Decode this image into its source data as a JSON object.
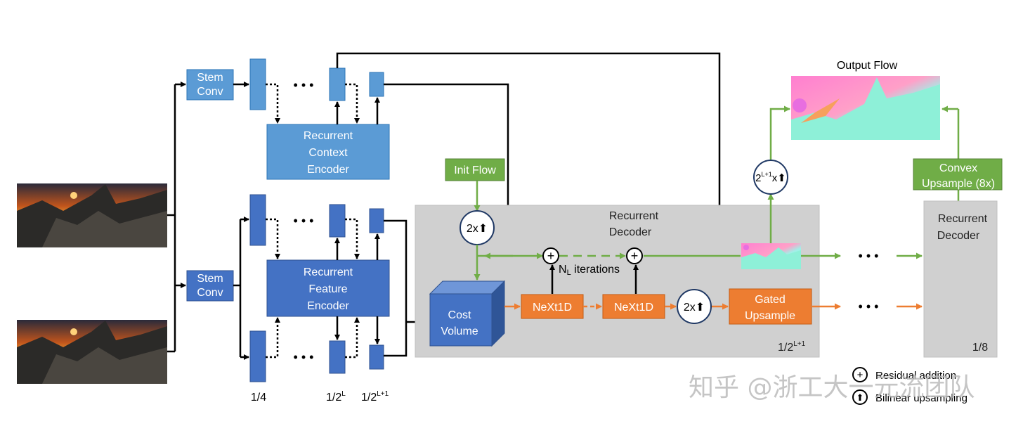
{
  "stem": {
    "top": [
      "Stem",
      "Conv"
    ],
    "bottom": [
      "Stem",
      "Conv"
    ]
  },
  "encoders": {
    "context": [
      "Recurrent",
      "Context",
      "Encoder"
    ],
    "feature": [
      "Recurrent",
      "Feature",
      "Encoder"
    ]
  },
  "ellipsis": "• • •",
  "scales": {
    "quarter": "1/4",
    "half_l_base": "1/2",
    "half_l_sup": "L",
    "half_l1_base": "1/2",
    "half_l1_sup": "L+1"
  },
  "init_flow": "Init Flow",
  "upsample_2x": "2x⬆",
  "decoder": {
    "title": [
      "Recurrent",
      "Decoder"
    ],
    "scale_base": "1/2",
    "scale_sup": "L+1",
    "iterations_prefix": "N",
    "iterations_sub": "L",
    "iterations_suffix": " iterations"
  },
  "cost_volume": [
    "Cost",
    "Volume"
  ],
  "next1d": "NeXt1D",
  "gated_upsample": [
    "Gated",
    "Upsample"
  ],
  "power_up": {
    "base": "2",
    "sup": "L+1",
    "suffix": "x⬆"
  },
  "output_flow": "Output Flow",
  "convex_upsample": [
    "Convex",
    "Upsample (8x)"
  ],
  "right_decoder": {
    "title": [
      "Recurrent",
      "Decoder"
    ],
    "scale": "1/8"
  },
  "legend": {
    "residual": "Residual addition",
    "bilinear": "Bilinear upsampling"
  },
  "watermark": "知乎 @浙工大一元流团队",
  "colors": {
    "light_blue": "#5b9bd5",
    "blue": "#4472c4",
    "green": "#70ad47",
    "orange": "#ed7d31",
    "gray": "#d0d0d0"
  }
}
